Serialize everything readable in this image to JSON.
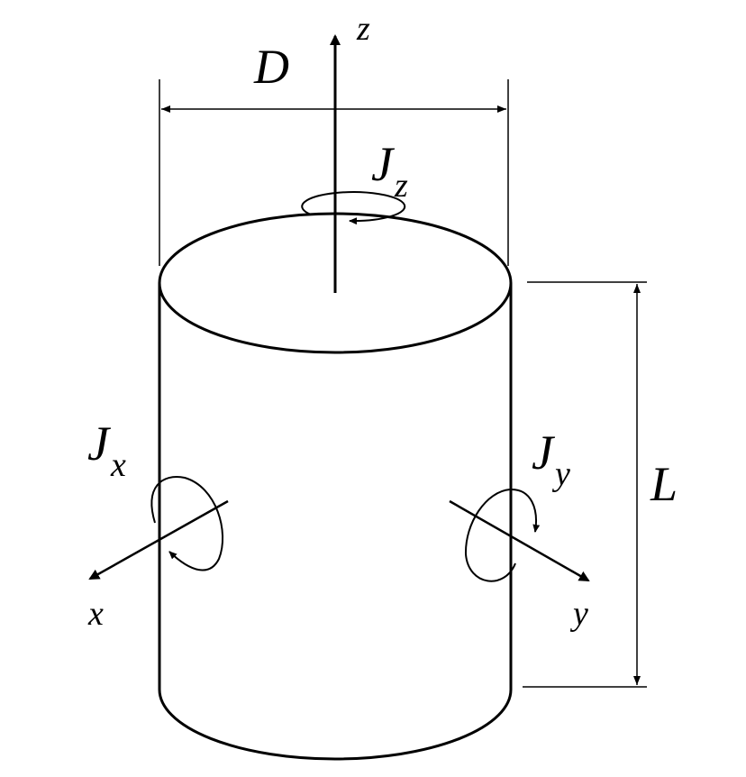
{
  "labels": {
    "diameter": "D",
    "length": "L",
    "axis_z": "z",
    "axis_x": "x",
    "axis_y": "y",
    "moment_x": {
      "main": "J",
      "sub": "x"
    },
    "moment_y": {
      "main": "J",
      "sub": "y"
    },
    "moment_z": {
      "main": "J",
      "sub": "z"
    }
  },
  "colors": {
    "ink": "#000000",
    "background": "#ffffff"
  }
}
